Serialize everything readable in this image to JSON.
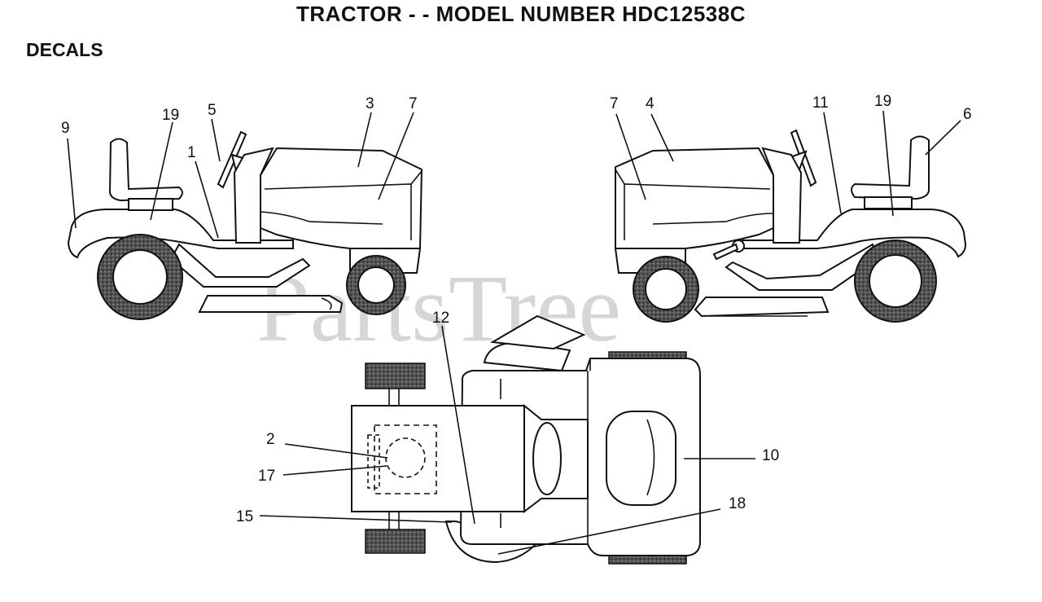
{
  "title": "TRACTOR - - MODEL NUMBER HDC12538C",
  "section": "DECALS",
  "watermark": "PartsTree",
  "callouts": {
    "c1": "1",
    "c2": "2",
    "c3": "3",
    "c4": "4",
    "c5": "5",
    "c6": "6",
    "c7a": "7",
    "c7b": "7",
    "c9": "9",
    "c10": "10",
    "c11": "11",
    "c12": "12",
    "c15": "15",
    "c17": "17",
    "c18": "18",
    "c19a": "19",
    "c19b": "19"
  }
}
